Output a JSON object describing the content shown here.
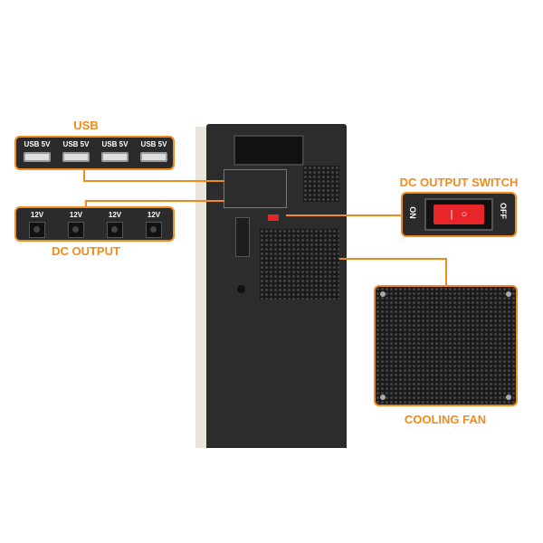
{
  "callouts": {
    "usb": {
      "title": "USB",
      "ports": [
        "USB 5V",
        "USB 5V",
        "USB 5V",
        "USB 5V"
      ]
    },
    "dc_output": {
      "title": "DC OUTPUT",
      "ports": [
        "12V",
        "12V",
        "12V",
        "12V"
      ]
    },
    "switch": {
      "title": "DC OUTPUT SWITCH",
      "on": "ON",
      "off": "OFF"
    },
    "fan": {
      "title": "COOLING FAN"
    }
  },
  "colors": {
    "accent": "#f28a1c",
    "switch": "#e8262a",
    "panel": "#2b2b2b"
  }
}
